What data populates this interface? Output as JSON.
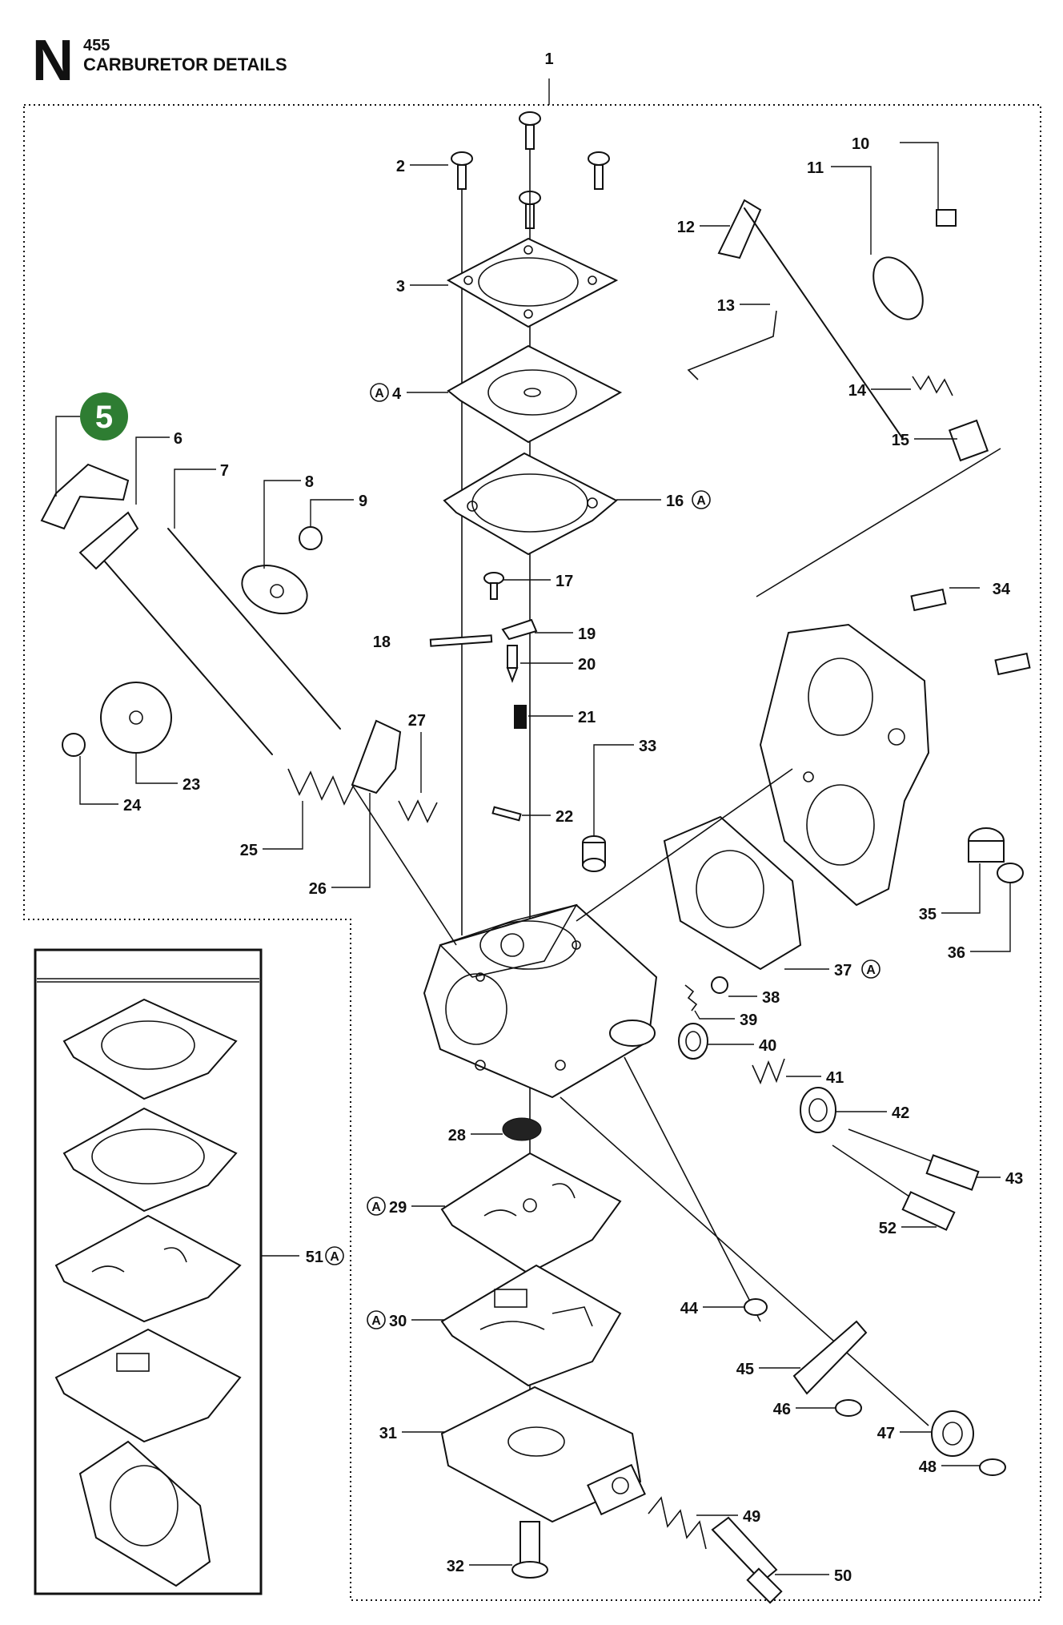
{
  "header": {
    "section_letter": "N",
    "model": "455",
    "title": "CARBURETOR DETAILS"
  },
  "highlight": {
    "label": "5",
    "color": "#2e7d32"
  },
  "kit_marker": "A",
  "labels": {
    "p1": "1",
    "p2": "2",
    "p3": "3",
    "p4": "4",
    "p5": "5",
    "p6": "6",
    "p7": "7",
    "p8": "8",
    "p9": "9",
    "p10": "10",
    "p11": "11",
    "p12": "12",
    "p13": "13",
    "p14": "14",
    "p15": "15",
    "p16": "16",
    "p17": "17",
    "p18": "18",
    "p19": "19",
    "p20": "20",
    "p21": "21",
    "p22": "22",
    "p23": "23",
    "p24": "24",
    "p25": "25",
    "p26": "26",
    "p27": "27",
    "p28": "28",
    "p29": "29",
    "p30": "30",
    "p31": "31",
    "p32": "32",
    "p33": "33",
    "p34": "34",
    "p35": "35",
    "p36": "36",
    "p37": "37",
    "p38": "38",
    "p39": "39",
    "p40": "40",
    "p41": "41",
    "p42": "42",
    "p43": "43",
    "p44": "44",
    "p45": "45",
    "p46": "46",
    "p47": "47",
    "p48": "48",
    "p49": "49",
    "p50": "50",
    "p51": "51",
    "p52": "52"
  }
}
